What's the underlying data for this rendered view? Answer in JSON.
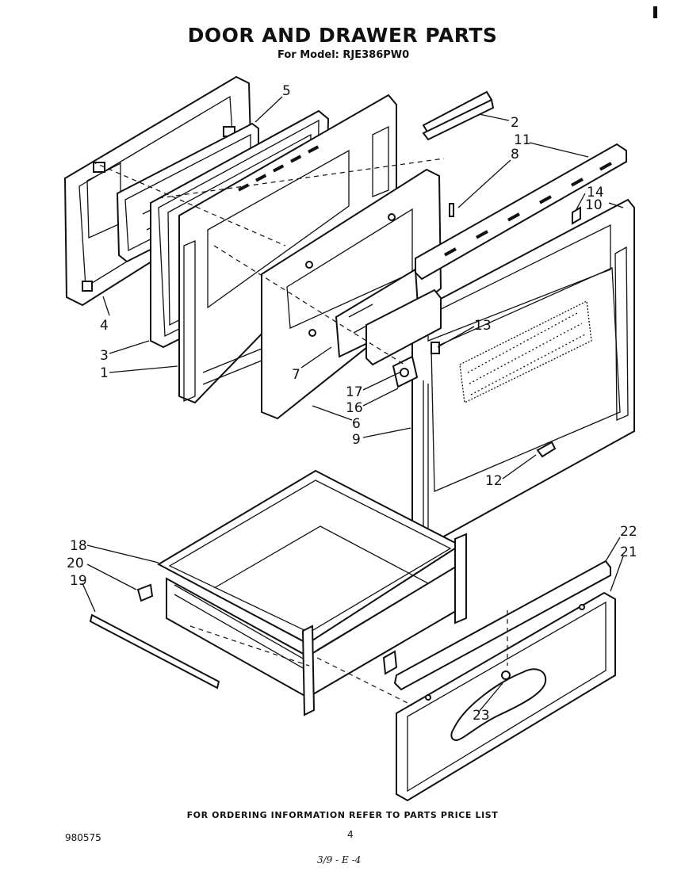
{
  "header": {
    "title": "DOOR AND DRAWER PARTS",
    "subtitle": "For Model: RJE386PW0"
  },
  "callouts": [
    "1",
    "2",
    "3",
    "4",
    "5",
    "6",
    "7",
    "8",
    "9",
    "10",
    "11",
    "12",
    "13",
    "14",
    "16",
    "17",
    "18",
    "19",
    "20",
    "21",
    "22",
    "23"
  ],
  "footer": {
    "note": "FOR ORDERING INFORMATION REFER TO PARTS PRICE LIST",
    "doc_number": "980575",
    "page_number": "4",
    "handwritten": "3/9 - E -4"
  }
}
